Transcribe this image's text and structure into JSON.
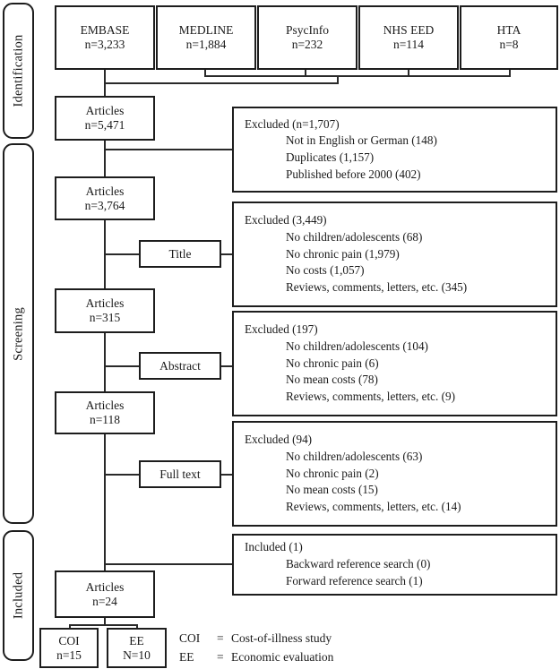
{
  "diagram": {
    "type": "prisma-flow-diagram",
    "title": "PRISMA study selection flow diagram"
  },
  "stages": [
    {
      "id": "identification",
      "label": "Identification"
    },
    {
      "id": "screening",
      "label": "Screening"
    },
    {
      "id": "included",
      "label": "Included"
    }
  ],
  "sources": [
    {
      "name": "EMBASE",
      "count": "n=3,233"
    },
    {
      "name": "MEDLINE",
      "count": "n=1,884"
    },
    {
      "name": "PsycInfo",
      "count": "n=232"
    },
    {
      "name": "NHS EED",
      "count": "n=114"
    },
    {
      "name": "HTA",
      "count": "n=8"
    }
  ],
  "flow": [
    {
      "id": "articles-5471",
      "label": "Articles",
      "count": "n=5,471"
    },
    {
      "id": "articles-3764",
      "label": "Articles",
      "count": "n=3,764"
    },
    {
      "id": "articles-315",
      "label": "Articles",
      "count": "n=315"
    },
    {
      "id": "articles-118",
      "label": "Articles",
      "count": "n=118"
    },
    {
      "id": "articles-24",
      "label": "Articles",
      "count": "n=24"
    }
  ],
  "filters": [
    {
      "id": "title",
      "label": "Title"
    },
    {
      "id": "abstract",
      "label": "Abstract"
    },
    {
      "id": "full-text",
      "label": "Full text"
    }
  ],
  "exclusions": [
    {
      "id": "excl-1",
      "head": "Excluded (n=1,707)",
      "reasons": [
        "Not in English or German (148)",
        "Duplicates (1,157)",
        "Published before 2000 (402)"
      ]
    },
    {
      "id": "excl-2",
      "head": "Excluded (3,449)",
      "reasons": [
        "No children/adolescents (68)",
        "No chronic pain (1,979)",
        "No costs (1,057)",
        "Reviews, comments, letters, etc. (345)"
      ]
    },
    {
      "id": "excl-3",
      "head": "Excluded (197)",
      "reasons": [
        "No children/adolescents (104)",
        "No chronic pain (6)",
        "No mean costs (78)",
        "Reviews, comments, letters, etc. (9)"
      ]
    },
    {
      "id": "excl-4",
      "head": "Excluded (94)",
      "reasons": [
        "No children/adolescents (63)",
        "No chronic pain (2)",
        "No mean costs (15)",
        "Reviews, comments, letters, etc. (14)"
      ]
    }
  ],
  "inclusion": {
    "id": "incl-1",
    "head": "Included (1)",
    "reasons": [
      "Backward reference search (0)",
      "Forward reference search (1)"
    ]
  },
  "outcomes": [
    {
      "id": "coi",
      "label": "COI",
      "count": "n=15"
    },
    {
      "id": "ee",
      "label": "EE",
      "count": "N=10"
    }
  ],
  "legend": [
    {
      "abbr": "COI",
      "eq": "=",
      "definition": "Cost-of-illness study"
    },
    {
      "abbr": "EE",
      "eq": "=",
      "definition": "Economic evaluation"
    }
  ],
  "colors": {
    "stroke": "#1d1d1d",
    "connector": "#2a2a2a",
    "background": "#ffffff",
    "text": "#1a1a1a"
  }
}
